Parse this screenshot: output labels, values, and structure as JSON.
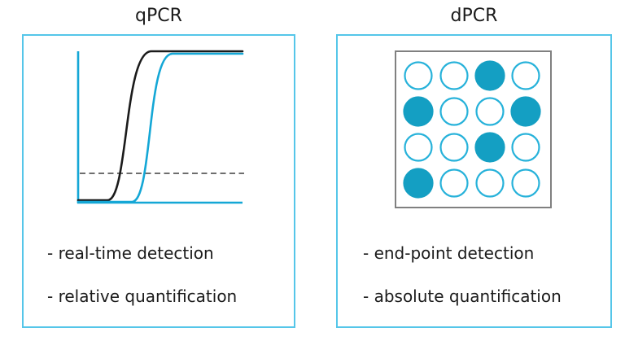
{
  "left_panel": {
    "title": "qPCR",
    "bullets": [
      "- real-time detection",
      "- relative quantification"
    ],
    "chart": {
      "type": "line",
      "description": "qPCR amplification curves: fluorescence vs cycle number, two sigmoid curves crossing a dashed threshold line",
      "series": [
        {
          "name": "sample-early",
          "color": "#1b1b1b"
        },
        {
          "name": "sample-late",
          "color": "#14a7d6"
        }
      ],
      "axis_color": "#14a7d6",
      "threshold": {
        "style": "dashed",
        "color": "#595959"
      }
    }
  },
  "right_panel": {
    "title": "dPCR",
    "bullets": [
      "- end-point detection",
      "- absolute quantification"
    ],
    "grid": {
      "description": "4x4 partition grid, filled wells = positive end-point partitions",
      "rows": 4,
      "cols": 4,
      "filled": [
        [
          0,
          0,
          1,
          0
        ],
        [
          1,
          0,
          0,
          1
        ],
        [
          0,
          0,
          1,
          0
        ],
        [
          1,
          0,
          0,
          0
        ]
      ],
      "positive_count": 5,
      "fill_color": "#149fc3",
      "stroke_color": "#27b2da",
      "box_border_color": "#808080"
    }
  },
  "colors": {
    "panel_border": "#55c6e9",
    "text": "#1b1b1b",
    "background": "#ffffff"
  }
}
